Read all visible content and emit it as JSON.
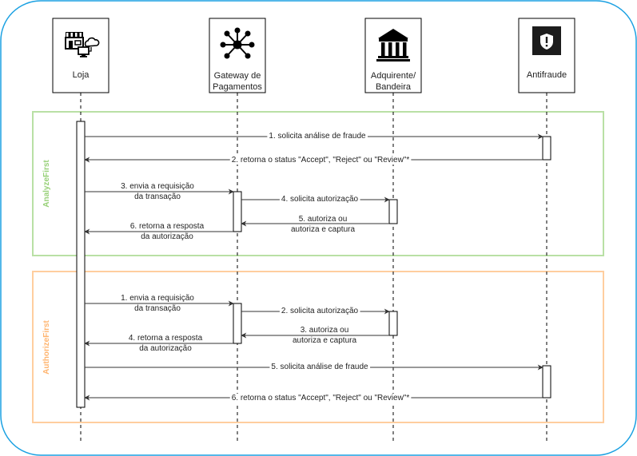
{
  "colors": {
    "frame": "#1ba1e2",
    "group_analyze": "#b9e0a5",
    "group_analyze_text": "#97d077",
    "group_authorize": "#ffce9f",
    "group_authorize_text": "#ffb570",
    "line": "#333333"
  },
  "actors": [
    {
      "id": "loja",
      "label_lines": [
        "Loja"
      ],
      "icon": "store-icon"
    },
    {
      "id": "gateway",
      "label_lines": [
        "Gateway de",
        "Pagamentos"
      ],
      "icon": "network-hub-icon"
    },
    {
      "id": "adquirente",
      "label_lines": [
        "Adquirente/",
        "Bandeira"
      ],
      "icon": "bank-icon"
    },
    {
      "id": "antifraude",
      "label_lines": [
        "Antifraude"
      ],
      "icon": "shield-alert-icon"
    }
  ],
  "groups": [
    {
      "id": "analyze-first",
      "title": "AnalyzeFirst"
    },
    {
      "id": "authorize-first",
      "title": "AuthorizeFirst"
    }
  ],
  "messages": [
    {
      "group": "analyze-first",
      "from": "loja",
      "to": "antifraude",
      "lines": [
        "1. solicita análise de fraude"
      ]
    },
    {
      "group": "analyze-first",
      "from": "antifraude",
      "to": "loja",
      "lines": [
        "2. retorna o status \"Accept\", \"Reject\" ou \"Review\"*"
      ]
    },
    {
      "group": "analyze-first",
      "from": "loja",
      "to": "gateway",
      "lines": [
        "3. envia a requisição",
        "da transação"
      ]
    },
    {
      "group": "analyze-first",
      "from": "gateway",
      "to": "adquirente",
      "lines": [
        "4. solicita autorização"
      ]
    },
    {
      "group": "analyze-first",
      "from": "adquirente",
      "to": "gateway",
      "lines": [
        "5. autoriza ou",
        "autoriza e captura"
      ]
    },
    {
      "group": "analyze-first",
      "from": "gateway",
      "to": "loja",
      "lines": [
        "6. retorna a resposta",
        "da autorização"
      ]
    },
    {
      "group": "authorize-first",
      "from": "loja",
      "to": "gateway",
      "lines": [
        "1. envia a requisição",
        "da transação"
      ]
    },
    {
      "group": "authorize-first",
      "from": "gateway",
      "to": "adquirente",
      "lines": [
        "2. solicita autorização"
      ]
    },
    {
      "group": "authorize-first",
      "from": "adquirente",
      "to": "gateway",
      "lines": [
        "3. autoriza ou",
        "autoriza e captura"
      ]
    },
    {
      "group": "authorize-first",
      "from": "gateway",
      "to": "loja",
      "lines": [
        "4. retorna a resposta",
        "da autorização"
      ]
    },
    {
      "group": "authorize-first",
      "from": "loja",
      "to": "antifraude",
      "lines": [
        "5. solicita análise de fraude"
      ]
    },
    {
      "group": "authorize-first",
      "from": "antifraude",
      "to": "loja",
      "lines": [
        "6. retorna o status \"Accept\", \"Reject\" ou \"Review\"*"
      ]
    }
  ]
}
